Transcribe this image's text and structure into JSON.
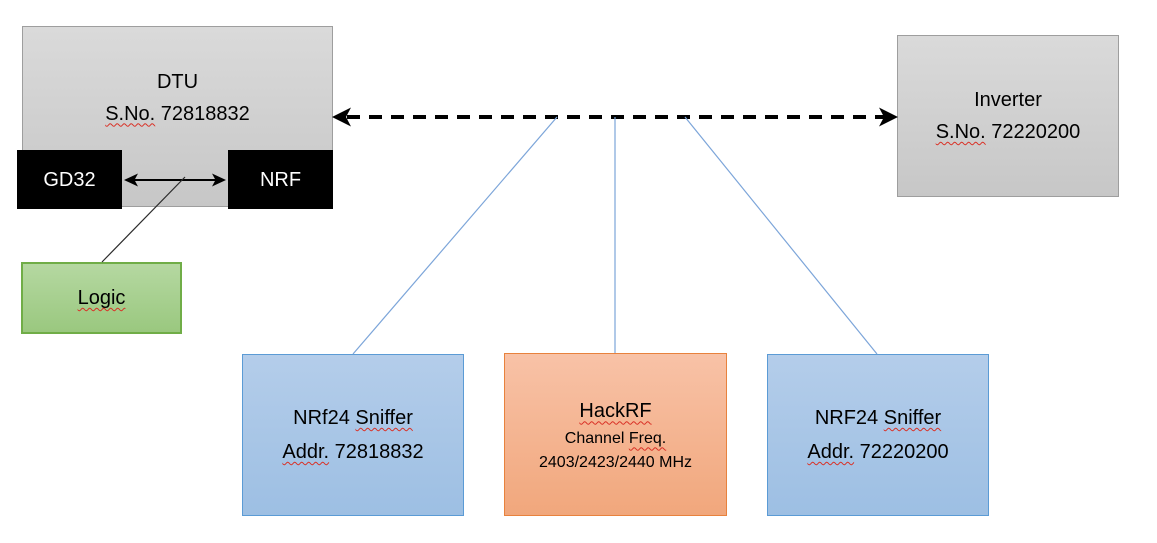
{
  "nodes": {
    "dtu": {
      "name": "DTU",
      "serial_label": "S.No.",
      "serial_value": "72818832"
    },
    "gd32": {
      "label": "GD32"
    },
    "nrf": {
      "label": "NRF"
    },
    "logic": {
      "label": "Logic"
    },
    "inverter": {
      "name": "Inverter",
      "serial_label": "S.No.",
      "serial_value": "72220200"
    },
    "sniffer_left": {
      "name_prefix": "NRf24",
      "name_suffix": "Sniffer",
      "addr_label": "Addr.",
      "addr_value": "72818832"
    },
    "hackrf": {
      "title": "HackRF",
      "freq_label_word1": "Channel",
      "freq_label_word2": "Freq.",
      "freq_values": "2403/2423/2440 MHz"
    },
    "sniffer_right": {
      "name_prefix": "NRF24",
      "name_suffix": "Sniffer",
      "addr_label": "Addr.",
      "addr_value": "72220200"
    }
  },
  "connections": [
    {
      "from": "DTU",
      "to": "Inverter",
      "style": "black-dashed-double-arrow"
    },
    {
      "from": "GD32",
      "to": "NRF",
      "style": "black-solid-double-arrow"
    },
    {
      "from": "GD32-NRF link",
      "to": "Logic",
      "style": "thin-black-line"
    },
    {
      "from": "DTU-Inverter link",
      "to": "NRf24 Sniffer 72818832",
      "style": "thin-blue-line"
    },
    {
      "from": "DTU-Inverter link",
      "to": "HackRF",
      "style": "thin-blue-line"
    },
    {
      "from": "DTU-Inverter link",
      "to": "NRF24 Sniffer 72220200",
      "style": "thin-blue-line"
    }
  ],
  "colors": {
    "background": "#ffffff",
    "gray_fill": "#d2d2d2",
    "gray_border": "#9e9e9e",
    "black_fill": "#000000",
    "green_fill": "#a9d18e",
    "green_border": "#70ad47",
    "blue_fill": "#a9c7e5",
    "blue_border": "#5b9bd5",
    "orange_fill": "#f4b183",
    "orange_border": "#e8823d",
    "connector_blue": "#7ca5d9",
    "connector_black": "#000000",
    "spellcheck_squiggle": "#d93025"
  }
}
